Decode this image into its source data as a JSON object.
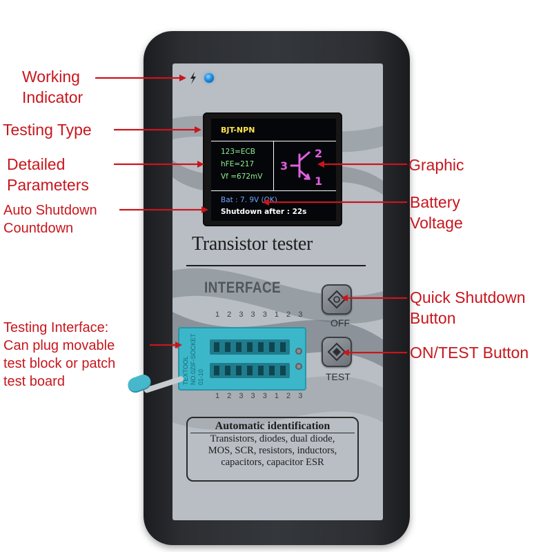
{
  "screen": {
    "testing_type": "BJT-NPN",
    "params": [
      "123=ECB",
      "hFE=217",
      "Vf  =672mV"
    ],
    "graphic_pins": {
      "base": "3",
      "collector": "2",
      "emitter": "1"
    },
    "battery": "Bat : 7. 9V  (OK)",
    "shutdown": "Shutdown after : 22s"
  },
  "faceplate": {
    "brand": "Transistor tester",
    "interface_title": "INTERFACE",
    "pin_row_top": "1 2 3 3 3 1 2 3",
    "pin_row_bottom": "1 2 3 3 3 1 2 3",
    "socket_label": "TEXTOOL",
    "socket_sublabel": "NO.0ZIF-SOCKET 01-10",
    "button_off_label": "OFF",
    "button_test_label": "TEST",
    "info_title": "Automatic identification",
    "info_lines": [
      "Transistors, diodes, dual diode,",
      "MOS, SCR, resistors, inductors,",
      "capacitors, capacitor ESR"
    ]
  },
  "callouts": {
    "working_indicator": [
      "Working",
      "Indicator"
    ],
    "testing_type": "Testing Type",
    "detailed_parameters": [
      "Detailed",
      "Parameters"
    ],
    "auto_shutdown": [
      "Auto Shutdown",
      "Countdown"
    ],
    "testing_interface": [
      "Testing Interface:",
      "Can plug movable",
      "test block or patch",
      "test board"
    ],
    "graphic": "Graphic",
    "battery_voltage": [
      "Battery",
      "Voltage"
    ],
    "quick_shutdown": [
      "Quick Shutdown",
      "Button"
    ],
    "on_test": "ON/TEST Button"
  },
  "colors": {
    "callout_red": "#c8161d",
    "screen_yellow": "#ffe44d",
    "screen_green": "#8ef08e",
    "screen_blue": "#6fa6ff",
    "screen_magenta": "#e060e0",
    "socket_teal": "#3bb7c9",
    "led_blue": "#1a8de0"
  }
}
